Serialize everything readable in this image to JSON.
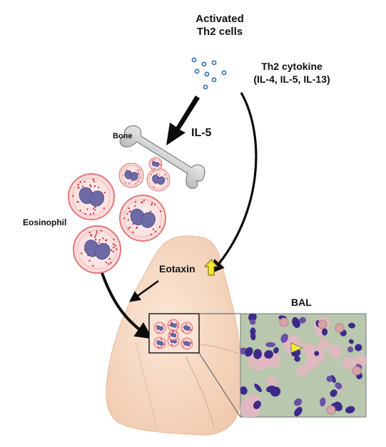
{
  "labels": {
    "activated_line1": "Activated",
    "activated_line2": "Th2 cells",
    "cytokine_line1": "Th2 cytokine",
    "cytokine_line2": "(IL-4, IL-5, IL-13)",
    "il5": "IL-5",
    "bone": "Bone",
    "eosinophil": "Eosinophil",
    "eotaxin": "Eotaxin",
    "bal": "BAL"
  },
  "colors": {
    "arrow": "#0b0b0b",
    "bone_fill": "#cfd0d2",
    "cell_rim": "#e57575",
    "cell_fill": "#fde6e6",
    "granule": "#d0242e",
    "nucleus": "#6e6aa6",
    "lung_fill": "#f6dcc8",
    "up_arrow": "#f5e62e",
    "cytokine_dot": "#2f6fb5",
    "micro_bg": "#b8c7ad"
  },
  "icons": {
    "up_arrow": "up-arrow-icon",
    "arrowhead": "arrowhead-marker-icon"
  }
}
